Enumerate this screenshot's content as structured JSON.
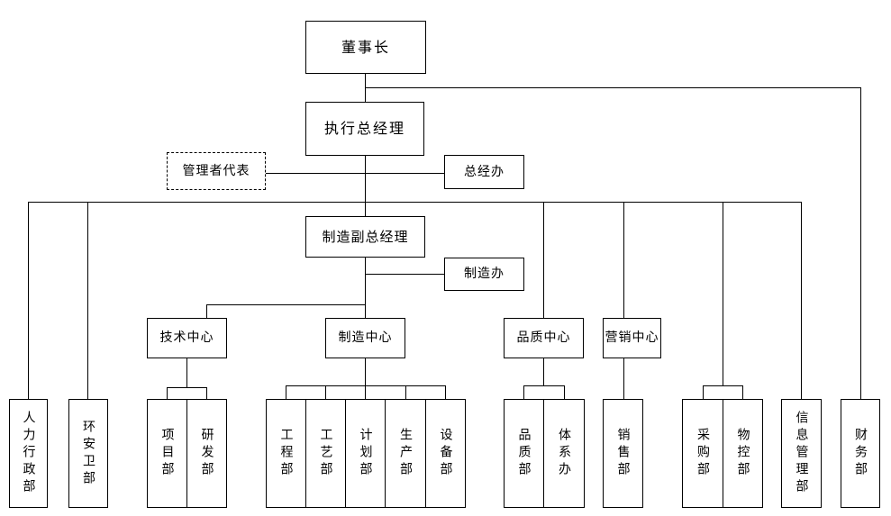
{
  "org": {
    "executives": {
      "chairman": "董事长",
      "executive_gm": "执行总经理",
      "management_rep": "管理者代表",
      "gm_office": "总经办",
      "mfg_deputy_gm": "制造副总经理",
      "mfg_office": "制造办"
    },
    "centers": {
      "tech": "技术中心",
      "mfg": "制造中心",
      "quality": "品质中心",
      "marketing": "营销中心"
    },
    "departments": {
      "hr_admin": "人力行政部",
      "ehs": "环安卫部",
      "project": "项目部",
      "rnd": "研发部",
      "engineering": "工程部",
      "process": "工艺部",
      "planning": "计划部",
      "production": "生产部",
      "equipment": "设备部",
      "quality_dept": "品质部",
      "system_office": "体系办",
      "sales": "销售部",
      "purchasing": "采购部",
      "material_control": "物控部",
      "info_mgmt": "信息管理部",
      "finance": "财务部"
    },
    "colors": {
      "line": "#000000",
      "box_background": "#ffffff",
      "text": "#000000",
      "page_background": "#ffffff"
    }
  }
}
